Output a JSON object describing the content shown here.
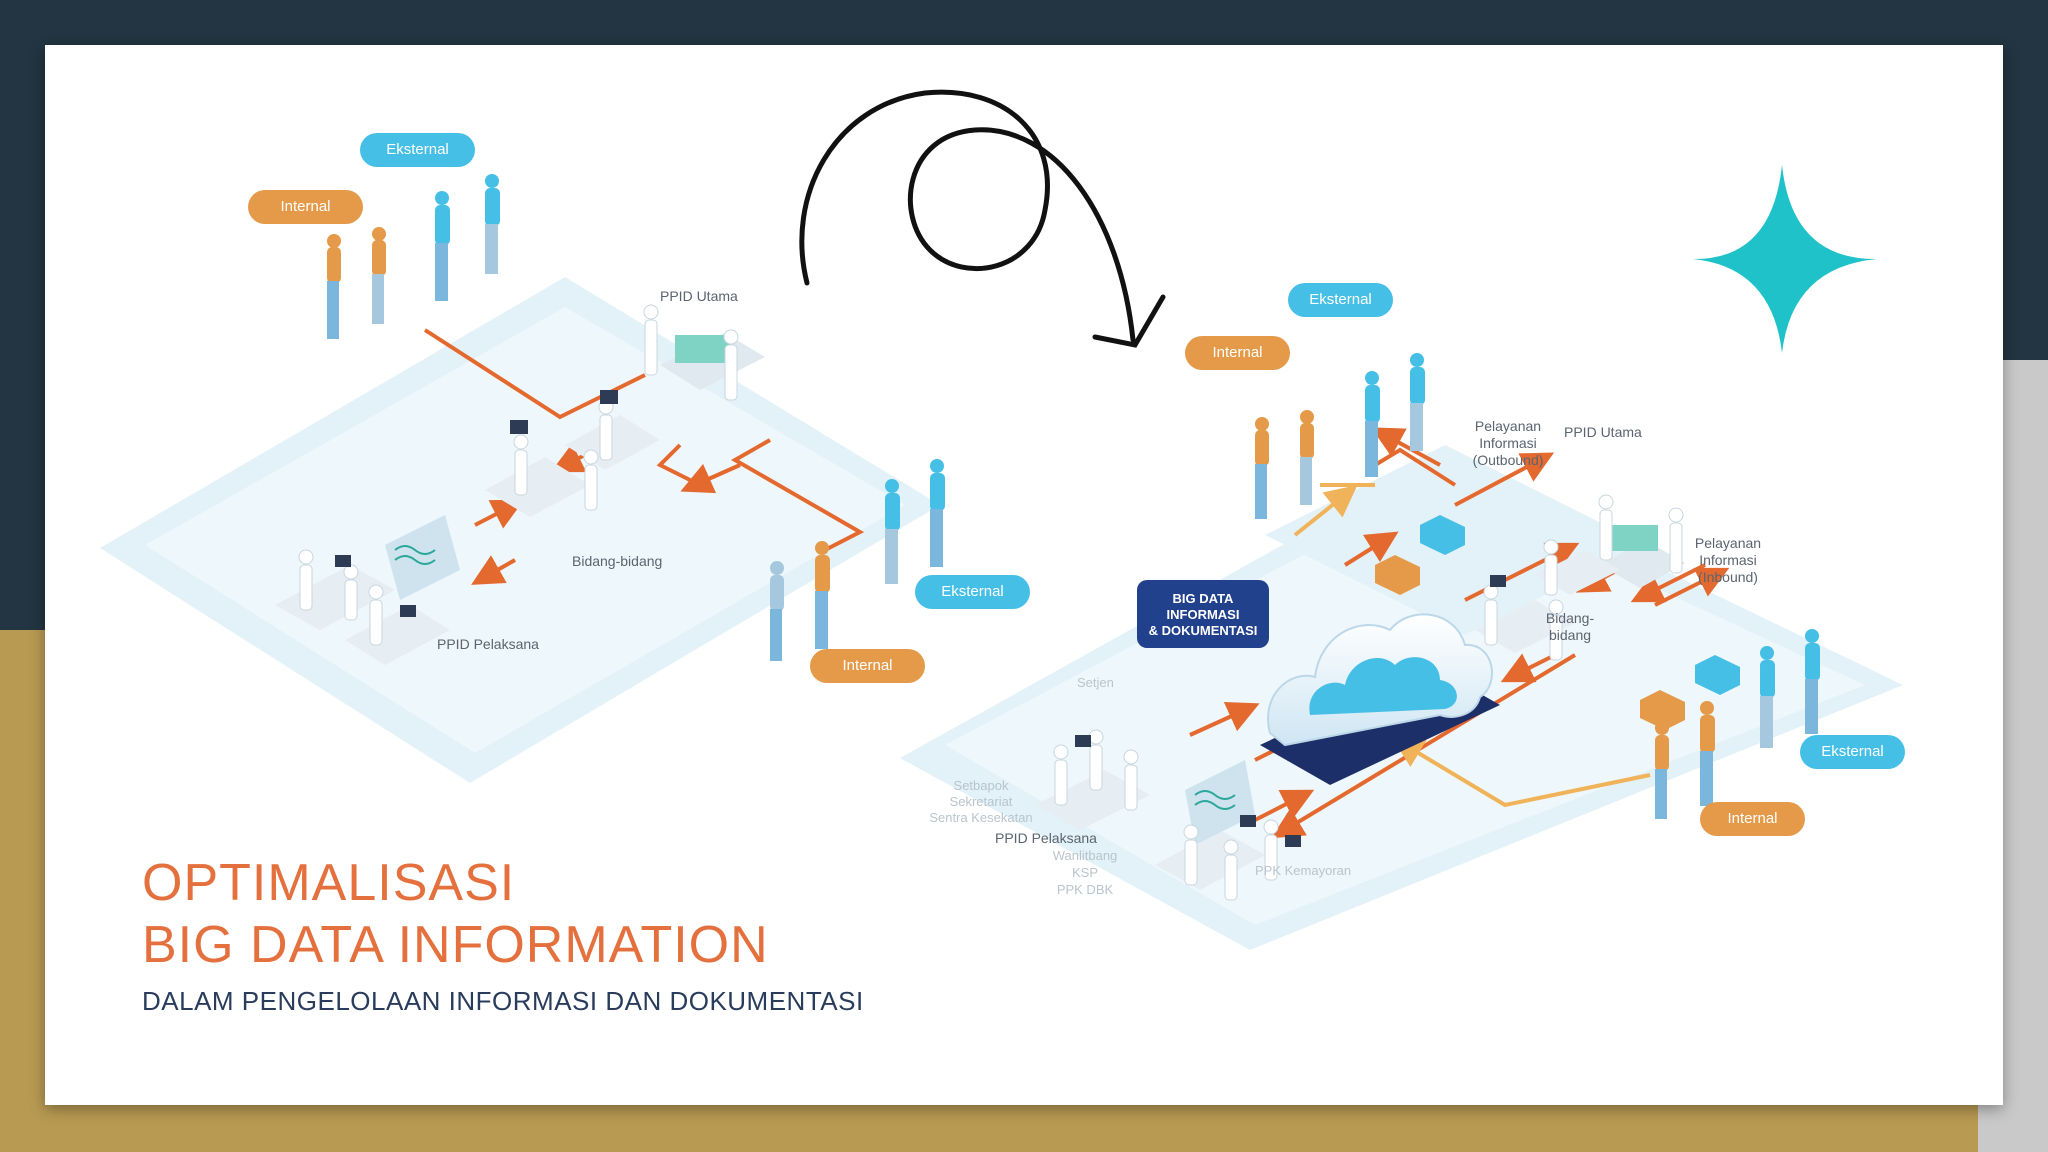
{
  "title": {
    "line1": "OPTIMALISASI",
    "line2": "BIG DATA INFORMATION",
    "subtitle": "DALAM PENGELOLAAN INFORMASI  DAN DOKUMENTASI"
  },
  "left_diagram": {
    "eksternal_top": "Eksternal",
    "internal_top": "Internal",
    "ppid_utama": "PPID Utama",
    "bidang": "Bidang-bidang",
    "ppid_pelaksana": "PPID Pelaksana",
    "eksternal_right": "Eksternal",
    "internal_bottom": "Internal"
  },
  "right_diagram": {
    "eksternal_top": "Eksternal",
    "internal_top": "Internal",
    "pelayanan_outbound": [
      "Pelayanan",
      "Informasi",
      "(Outbound)"
    ],
    "ppid_utama": "PPID Utama",
    "pelayanan_inbound": [
      "Pelayanan",
      "Informasi",
      "(Inbound)"
    ],
    "big_data": [
      "BIG DATA",
      "INFORMASI",
      "& DOKUMENTASI"
    ],
    "bidang": [
      "Bidang-",
      "bidang"
    ],
    "eksternal_right": "Eksternal",
    "internal_bottom": "Internal",
    "setjen": "Setjen",
    "faint_left": [
      "Setbapok",
      "Sekretariat",
      "Sentra Kesekatan"
    ],
    "ppid_pelaksana": "PPID Pelaksana",
    "faint_bottom": [
      "Wanlitbang",
      "KSP",
      "PPK DBK"
    ],
    "ppk": "PPK Kemayoran"
  },
  "colors": {
    "background": "#233542",
    "accent_gold": "#b89a52",
    "title_orange": "#e4703d",
    "subtitle_navy": "#2a3c5c",
    "pill_blue": "#45bfe6",
    "pill_orange": "#e49a49",
    "arrow_orange": "#e4692f",
    "star_teal": "#1fc2c9",
    "big_data_navy": "#22418c"
  },
  "icons": [
    "curly-arrow-icon",
    "four-point-star-icon",
    "cloud-icon"
  ]
}
